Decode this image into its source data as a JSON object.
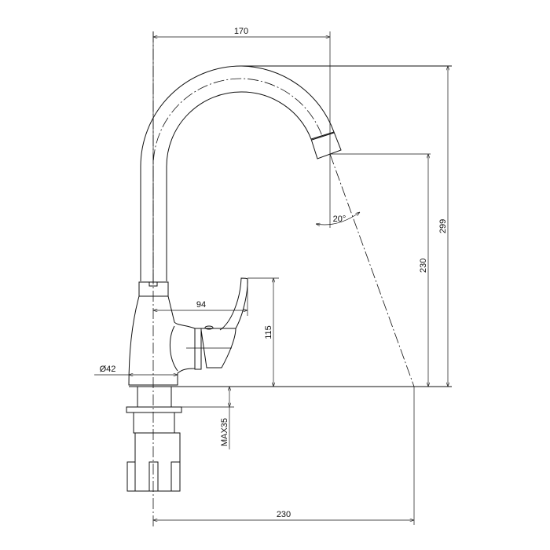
{
  "drawing": {
    "title": "Faucet dimension drawing",
    "dimensions": {
      "spout_reach": "170",
      "total_height": "299",
      "spout_outlet_height": "230",
      "handle_height": "115",
      "handle_reach": "94",
      "base_diameter": "Ø42",
      "max_deck_thickness": "MAX35",
      "spray_reach": "230",
      "spray_angle": "20°"
    },
    "line_color": "#111111"
  }
}
